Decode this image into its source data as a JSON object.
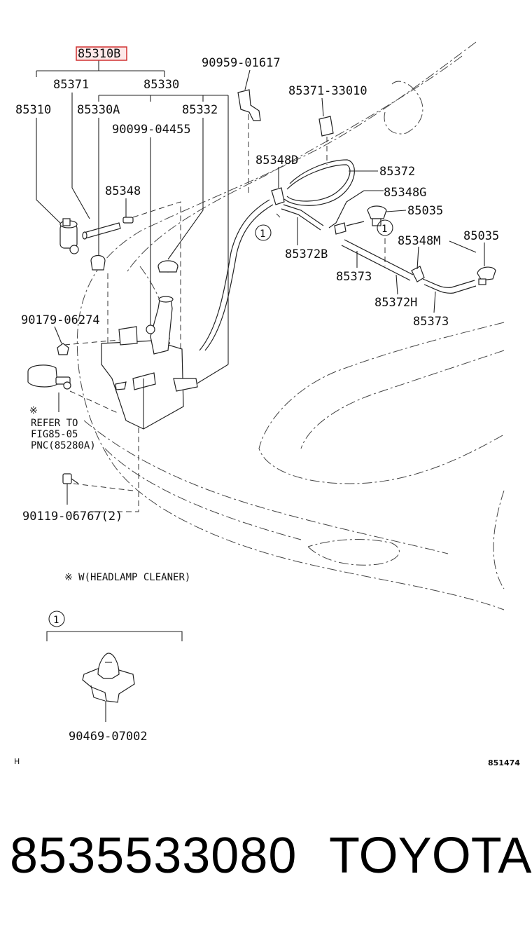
{
  "highlight_color": "#d03030",
  "labels": {
    "p85310b": "85310B",
    "p85371": "85371",
    "p85330": "85330",
    "p85310": "85310",
    "p85330a": "85330A",
    "p85332": "85332",
    "p90099": "90099-04455",
    "p90959": "90959-01617",
    "p85371_33010": "85371-33010",
    "p85348d": "85348D",
    "p85372": "85372",
    "p85348g": "85348G",
    "p85035a": "85035",
    "p85035b": "85035",
    "p85348": "85348",
    "p85372b": "85372B",
    "p85373a": "85373",
    "p85348m": "85348M",
    "p85372h": "85372H",
    "p85373b": "85373",
    "p90179": "90179-06274",
    "p90119": "90119-06767(2)",
    "p90469": "90469-07002"
  },
  "callouts": {
    "c1a": "1",
    "c1b": "1",
    "c1c": "1"
  },
  "refer_note": {
    "mark": "※",
    "line1": "REFER TO",
    "line2": "FIG85-05",
    "line3": "PNC(85280A)"
  },
  "legend_note": "※ W(HEADLAMP CLEANER)",
  "corner_left": "H",
  "figure_id": "851474",
  "footer": {
    "part_number": "8535533080",
    "brand": "TOYOTA"
  }
}
